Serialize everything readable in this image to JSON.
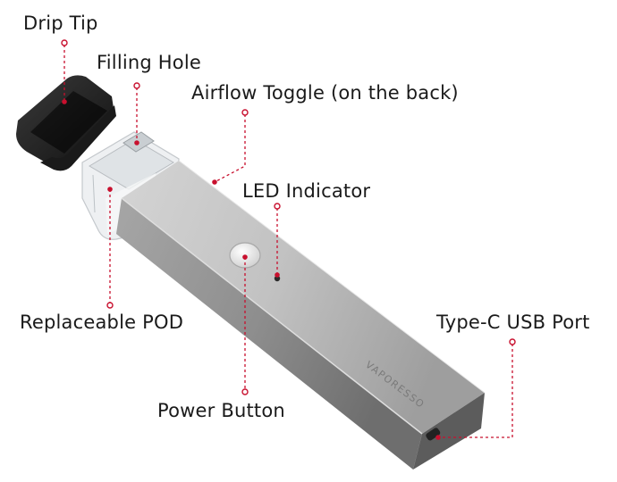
{
  "diagram": {
    "accent_color": "#c8102e",
    "brand_mark": "VAPORESSO",
    "labels": {
      "drip_tip": "Drip Tip",
      "filling_hole": "Filling Hole",
      "airflow_toggle": "Airflow Toggle (on the back)",
      "led_indicator": "LED Indicator",
      "replaceable_pod": "Replaceable POD",
      "power_button": "Power Button",
      "usb_port": "Type-C USB Port"
    }
  }
}
